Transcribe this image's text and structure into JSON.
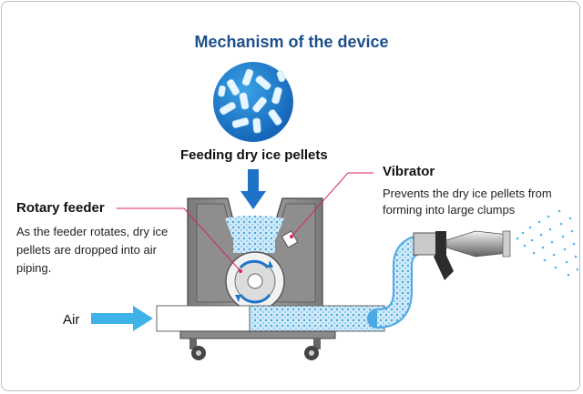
{
  "title": "Mechanism of the device",
  "feeding": {
    "label": "Feeding dry ice pellets"
  },
  "vibrator": {
    "title": "Vibrator",
    "description": "Prevents the dry ice pellets from forming into large clumps"
  },
  "rotary_feeder": {
    "title": "Rotary feeder",
    "description": "As the feeder rotates, dry ice pellets are dropped into air piping."
  },
  "air": {
    "label": "Air"
  },
  "colors": {
    "title": "#1d4f8b",
    "arrow": "#1e73c8",
    "air_arrow": "#3fb3e8",
    "ice": "#5ab8ea",
    "body": "#8a8a8a",
    "leader": "#d6216e"
  }
}
